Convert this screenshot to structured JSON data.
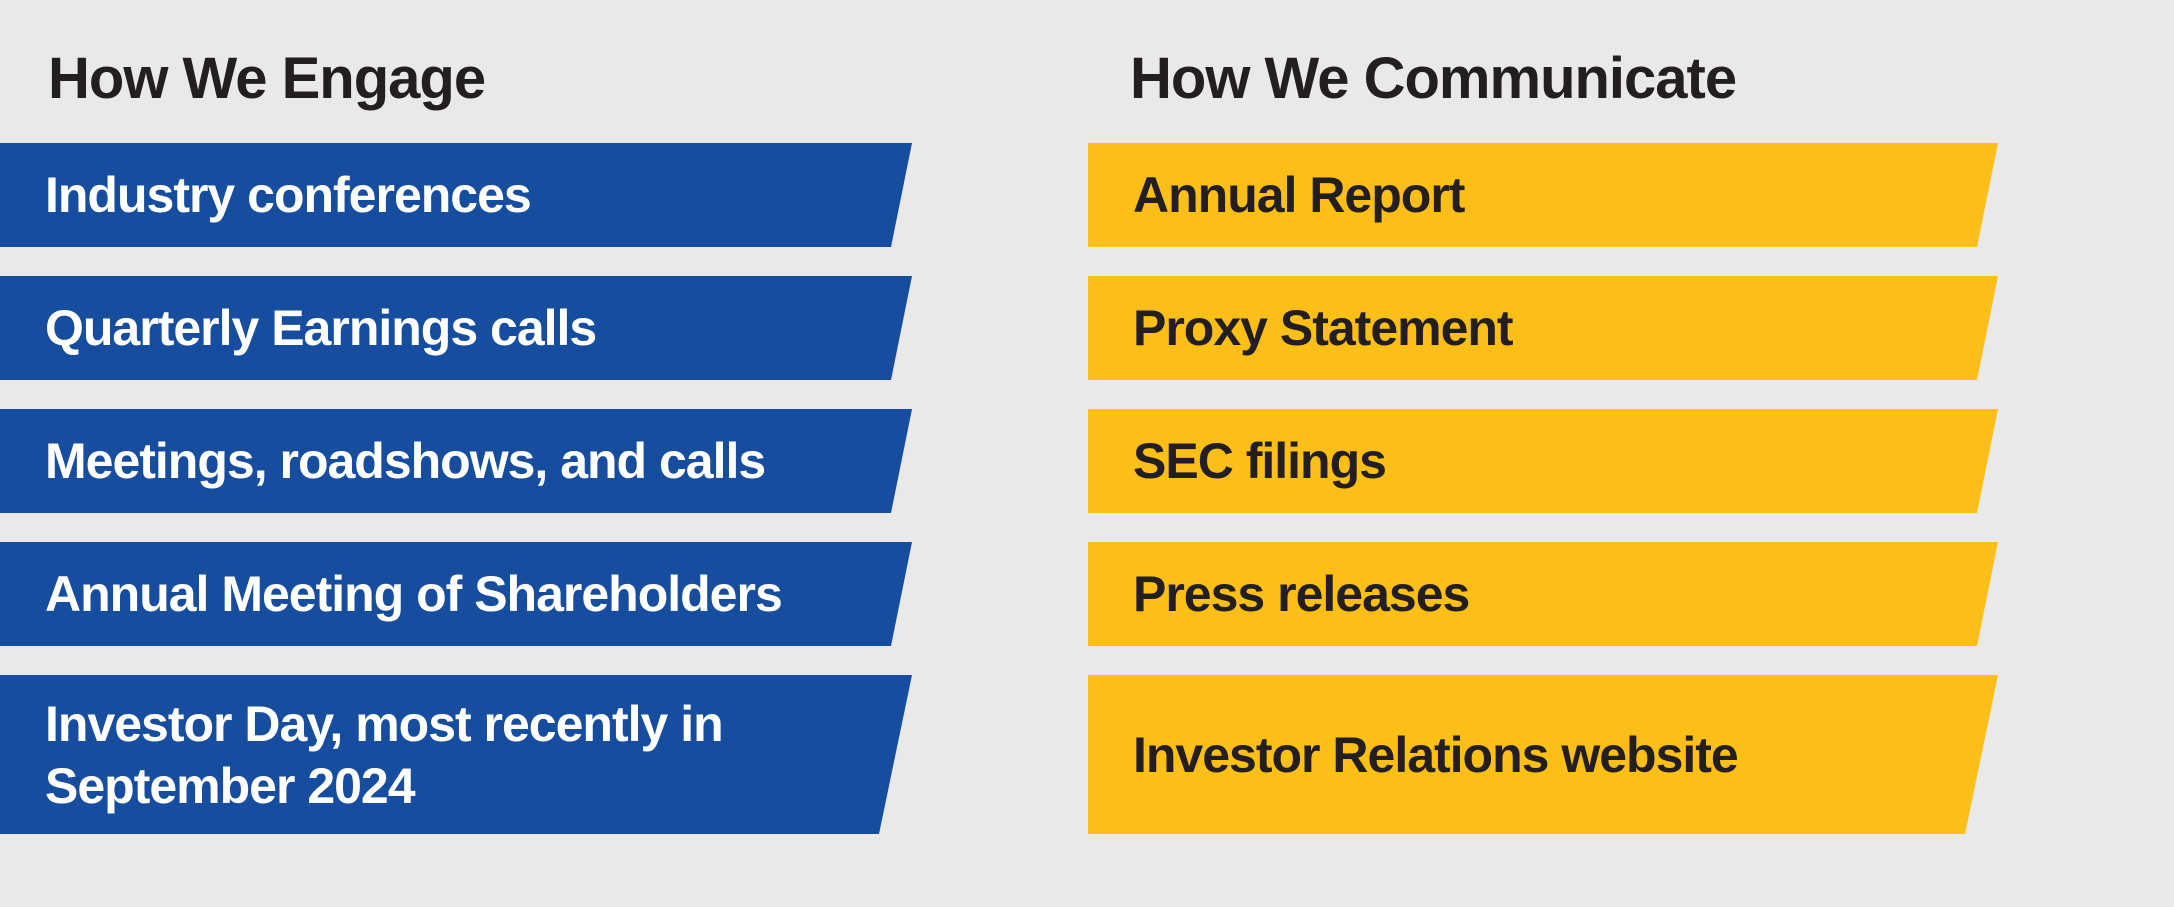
{
  "page": {
    "background_color": "#e9e9e9"
  },
  "colors": {
    "engage_banner": "#164d9e",
    "engage_text": "#ffffff",
    "communicate_banner": "#fcbf17",
    "communicate_text": "#231f20",
    "heading_text": "#231f20"
  },
  "engage": {
    "heading": "How We Engage",
    "items": [
      {
        "label": "Industry conferences"
      },
      {
        "label": "Quarterly Earnings calls"
      },
      {
        "label": "Meetings, roadshows, and calls"
      },
      {
        "label": "Annual Meeting of Shareholders"
      },
      {
        "label": "Investor Day, most recently in\nSeptember 2024"
      }
    ]
  },
  "communicate": {
    "heading": "How We Communicate",
    "items": [
      {
        "label": "Annual Report"
      },
      {
        "label": "Proxy Statement"
      },
      {
        "label": "SEC filings"
      },
      {
        "label": "Press releases"
      },
      {
        "label": "Investor Relations website"
      }
    ]
  }
}
